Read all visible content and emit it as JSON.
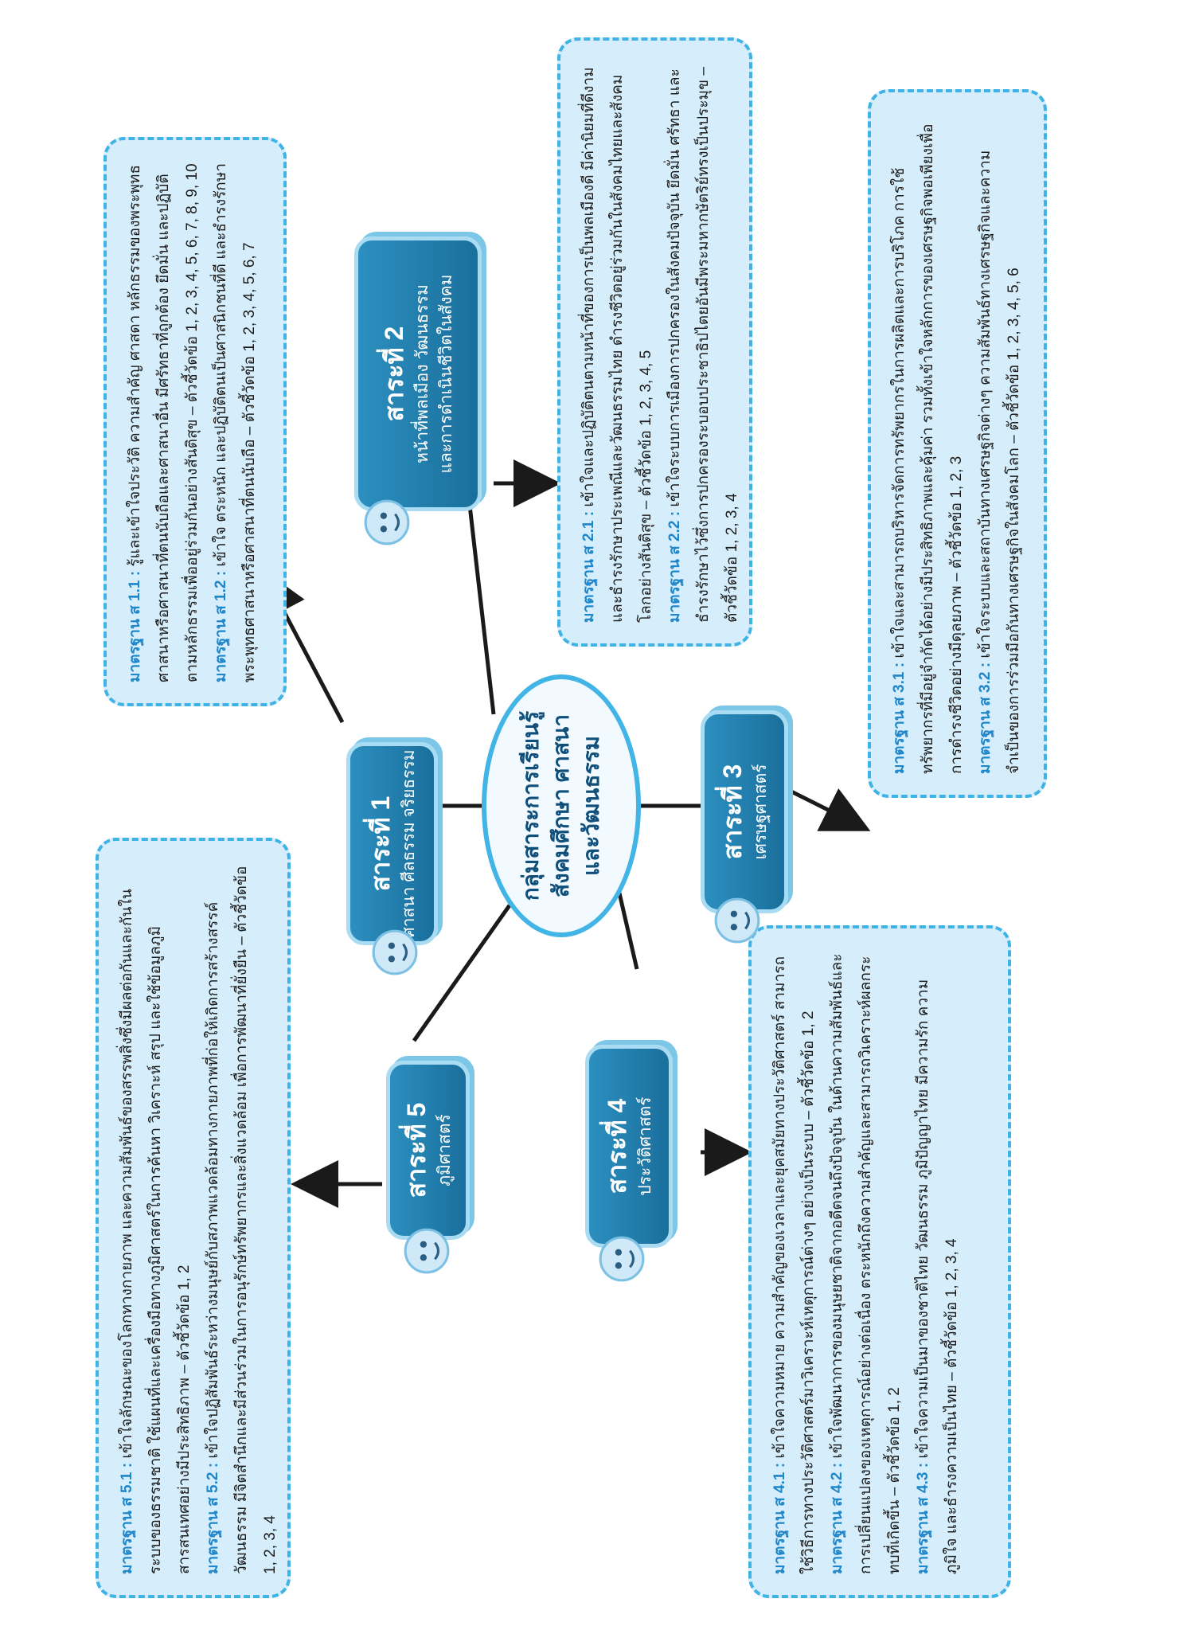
{
  "center": {
    "line1": "กลุ่มสาระการเรียนรู้",
    "line2": "สังคมศึกษา ศาสนา",
    "line3": "และวัฒนธรรม"
  },
  "strands": [
    {
      "title": "สาระที่ 1",
      "subtitle": "ศาสนา ศีลธรรม จริยธรรม"
    },
    {
      "title": "สาระที่ 2",
      "subtitle1": "หน้าที่พลเมือง วัฒนธรรม",
      "subtitle2": "และการดำเนินชีวิตในสังคม"
    },
    {
      "title": "สาระที่ 3",
      "subtitle": "เศรษฐศาสตร์"
    },
    {
      "title": "สาระที่ 4",
      "subtitle": "ประวัติศาสตร์"
    },
    {
      "title": "สาระที่ 5",
      "subtitle": "ภูมิศาสตร์"
    }
  ],
  "standards": {
    "s1": [
      {
        "label": "มาตรฐาน ส 1.1 :",
        "text": "รู้และเข้าใจประวัติ ความสำคัญ ศาสดา หลักธรรมของพระพุทธศาสนาหรือศาสนาที่ตนนับถือและศาสนาอื่น มีศรัทธาที่ถูกต้อง ยึดมั่น และปฏิบัติตามหลักธรรมเพื่ออยู่ร่วมกันอย่างสันติสุข – ตัวชี้วัดข้อ 1, 2, 3, 4, 5, 6, 7, 8, 9, 10"
      },
      {
        "label": "มาตรฐาน ส 1.2 :",
        "text": "เข้าใจ ตระหนัก และปฏิบัติตนเป็นศาสนิกชนที่ดี และธำรงรักษาพระพุทธศาสนาหรือศาสนาที่ตนนับถือ – ตัวชี้วัดข้อ 1, 2, 3, 4, 5, 6, 7"
      }
    ],
    "s2": [
      {
        "label": "มาตรฐาน ส 2.1 :",
        "text": "เข้าใจและปฏิบัติตนตามหน้าที่ของการเป็นพลเมืองดี มีค่านิยมที่ดีงามและธำรงรักษาประเพณีและวัฒนธรรมไทย ดำรงชีวิตอยู่ร่วมกันในสังคมไทยและสังคมโลกอย่างสันติสุข – ตัวชี้วัดข้อ 1, 2, 3, 4, 5"
      },
      {
        "label": "มาตรฐาน ส 2.2 :",
        "text": "เข้าใจระบบการเมืองการปกครองในสังคมปัจจุบัน ยึดมั่น ศรัทธา และธำรงรักษาไว้ซึ่งการปกครองระบอบประชาธิปไตยอันมีพระมหากษัตริย์ทรงเป็นประมุข – ตัวชี้วัดข้อ 1, 2, 3, 4"
      }
    ],
    "s3": [
      {
        "label": "มาตรฐาน ส 3.1 :",
        "text": "เข้าใจและสามารถบริหารจัดการทรัพยากรในการผลิตและการบริโภค การใช้ทรัพยากรที่มีอยู่จำกัดได้อย่างมีประสิทธิภาพและคุ้มค่า รวมทั้งเข้าใจหลักการของเศรษฐกิจพอเพียงเพื่อการดำรงชีวิตอย่างมีดุลยภาพ – ตัวชี้วัดข้อ 1, 2, 3"
      },
      {
        "label": "มาตรฐาน ส 3.2 :",
        "text": "เข้าใจระบบและสถาบันทางเศรษฐกิจต่างๆ ความสัมพันธ์ทางเศรษฐกิจและความจำเป็นของการร่วมมือกันทางเศรษฐกิจในสังคมโลก – ตัวชี้วัดข้อ 1, 2, 3, 4, 5, 6"
      }
    ],
    "s4": [
      {
        "label": "มาตรฐาน ส 4.1 :",
        "text": "เข้าใจความหมาย ความสำคัญของเวลาและยุคสมัยทางประวัติศาสตร์ สามารถใช้วิธีการทางประวัติศาสตร์มาวิเคราะห์เหตุการณ์ต่างๆ อย่างเป็นระบบ – ตัวชี้วัดข้อ 1, 2"
      },
      {
        "label": "มาตรฐาน ส 4.2 :",
        "text": "เข้าใจพัฒนาการของมนุษยชาติจากอดีตจนถึงปัจจุบัน ในด้านความสัมพันธ์และการเปลี่ยนแปลงของเหตุการณ์อย่างต่อเนื่อง ตระหนักถึงความสำคัญและสามารถวิเคราะห์ผลกระทบที่เกิดขึ้น – ตัวชี้วัดข้อ 1, 2"
      },
      {
        "label": "มาตรฐาน ส 4.3 :",
        "text": "เข้าใจความเป็นมาของชาติไทย วัฒนธรรม ภูมิปัญญาไทย มีความรัก ความภูมิใจ และธำรงความเป็นไทย – ตัวชี้วัดข้อ 1, 2, 3, 4"
      }
    ],
    "s5": [
      {
        "label": "มาตรฐาน ส 5.1 :",
        "text": "เข้าใจลักษณะของโลกทางกายภาพ และความสัมพันธ์ของสรรพสิ่งซึ่งมีผลต่อกันและกันในระบบของธรรมชาติ ใช้แผนที่และเครื่องมือทางภูมิศาสตร์ในการค้นหา วิเคราะห์ สรุป และใช้ข้อมูลภูมิสารสนเทศอย่างมีประสิทธิภาพ – ตัวชี้วัดข้อ 1, 2"
      },
      {
        "label": "มาตรฐาน ส 5.2 :",
        "text": "เข้าใจปฏิสัมพันธ์ระหว่างมนุษย์กับสภาพแวดล้อมทางกายภาพที่ก่อให้เกิดการสร้างสรรค์วัฒนธรรม มีจิตสำนึกและมีส่วนร่วมในการอนุรักษ์ทรัพยากรและสิ่งแวดล้อม เพื่อการพัฒนาที่ยั่งยืน – ตัวชี้วัดข้อ 1, 2, 3, 4"
      }
    ]
  },
  "colors": {
    "box_fill": "#d6eefb",
    "box_border": "#3fb3e6",
    "node_fill": "#1f7fae",
    "label": "#1f86c9",
    "center_text": "#0f4f7a"
  },
  "icons": [
    "mascot-icon"
  ]
}
